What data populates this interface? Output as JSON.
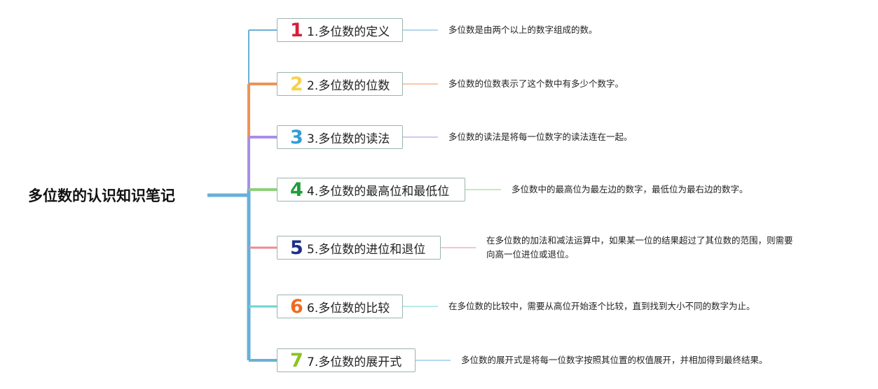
{
  "root": {
    "title": "多位数的认识知识笔记"
  },
  "branches": [
    {
      "number": "1",
      "title": "1.多位数的定义",
      "color": "#6ab0d8",
      "num_color": "#d81e3a",
      "description": [
        "多位数是由两个以上的数字组成的数。"
      ]
    },
    {
      "number": "2",
      "title": "2.多位数的位数",
      "color": "#ec9356",
      "num_color": "#f6d24a",
      "description": [
        "多位数的位数表示了这个数中有多少个数字。"
      ]
    },
    {
      "number": "3",
      "title": "3.多位数的读法",
      "color": "#a98ee8",
      "num_color": "#2f9ed9",
      "description": [
        "多位数的读法是将每一位数字的读法连在一起。"
      ]
    },
    {
      "number": "4",
      "title": "4.多位数的最高位和最低位",
      "color": "#8fd17a",
      "num_color": "#1f9d3a",
      "description": [
        "多位数中的最高位为最左边的数字，最低位为最右边的数字。"
      ]
    },
    {
      "number": "5",
      "title": "5.多位数的进位和退位",
      "color": "#ee8a93",
      "num_color": "#1c2f8a",
      "description": [
        "在多位数的加法和减法运算中，如果某一位的结果超过了其位数的范围，则需要",
        "向高一位进位或退位。"
      ]
    },
    {
      "number": "6",
      "title": "6.多位数的比较",
      "color": "#6bd4d0",
      "num_color": "#f06a1f",
      "description": [
        "在多位数的比较中，需要从高位开始逐个比较，直到找到大小不同的数字为止。"
      ]
    },
    {
      "number": "7",
      "title": "7.多位数的展开式",
      "color": "#6ab0d8",
      "num_color": "#8cc21f",
      "description": [
        "多位数的展开式是将每一位数字按照其位置的权值展开，并相加得到最终结果。"
      ]
    }
  ]
}
